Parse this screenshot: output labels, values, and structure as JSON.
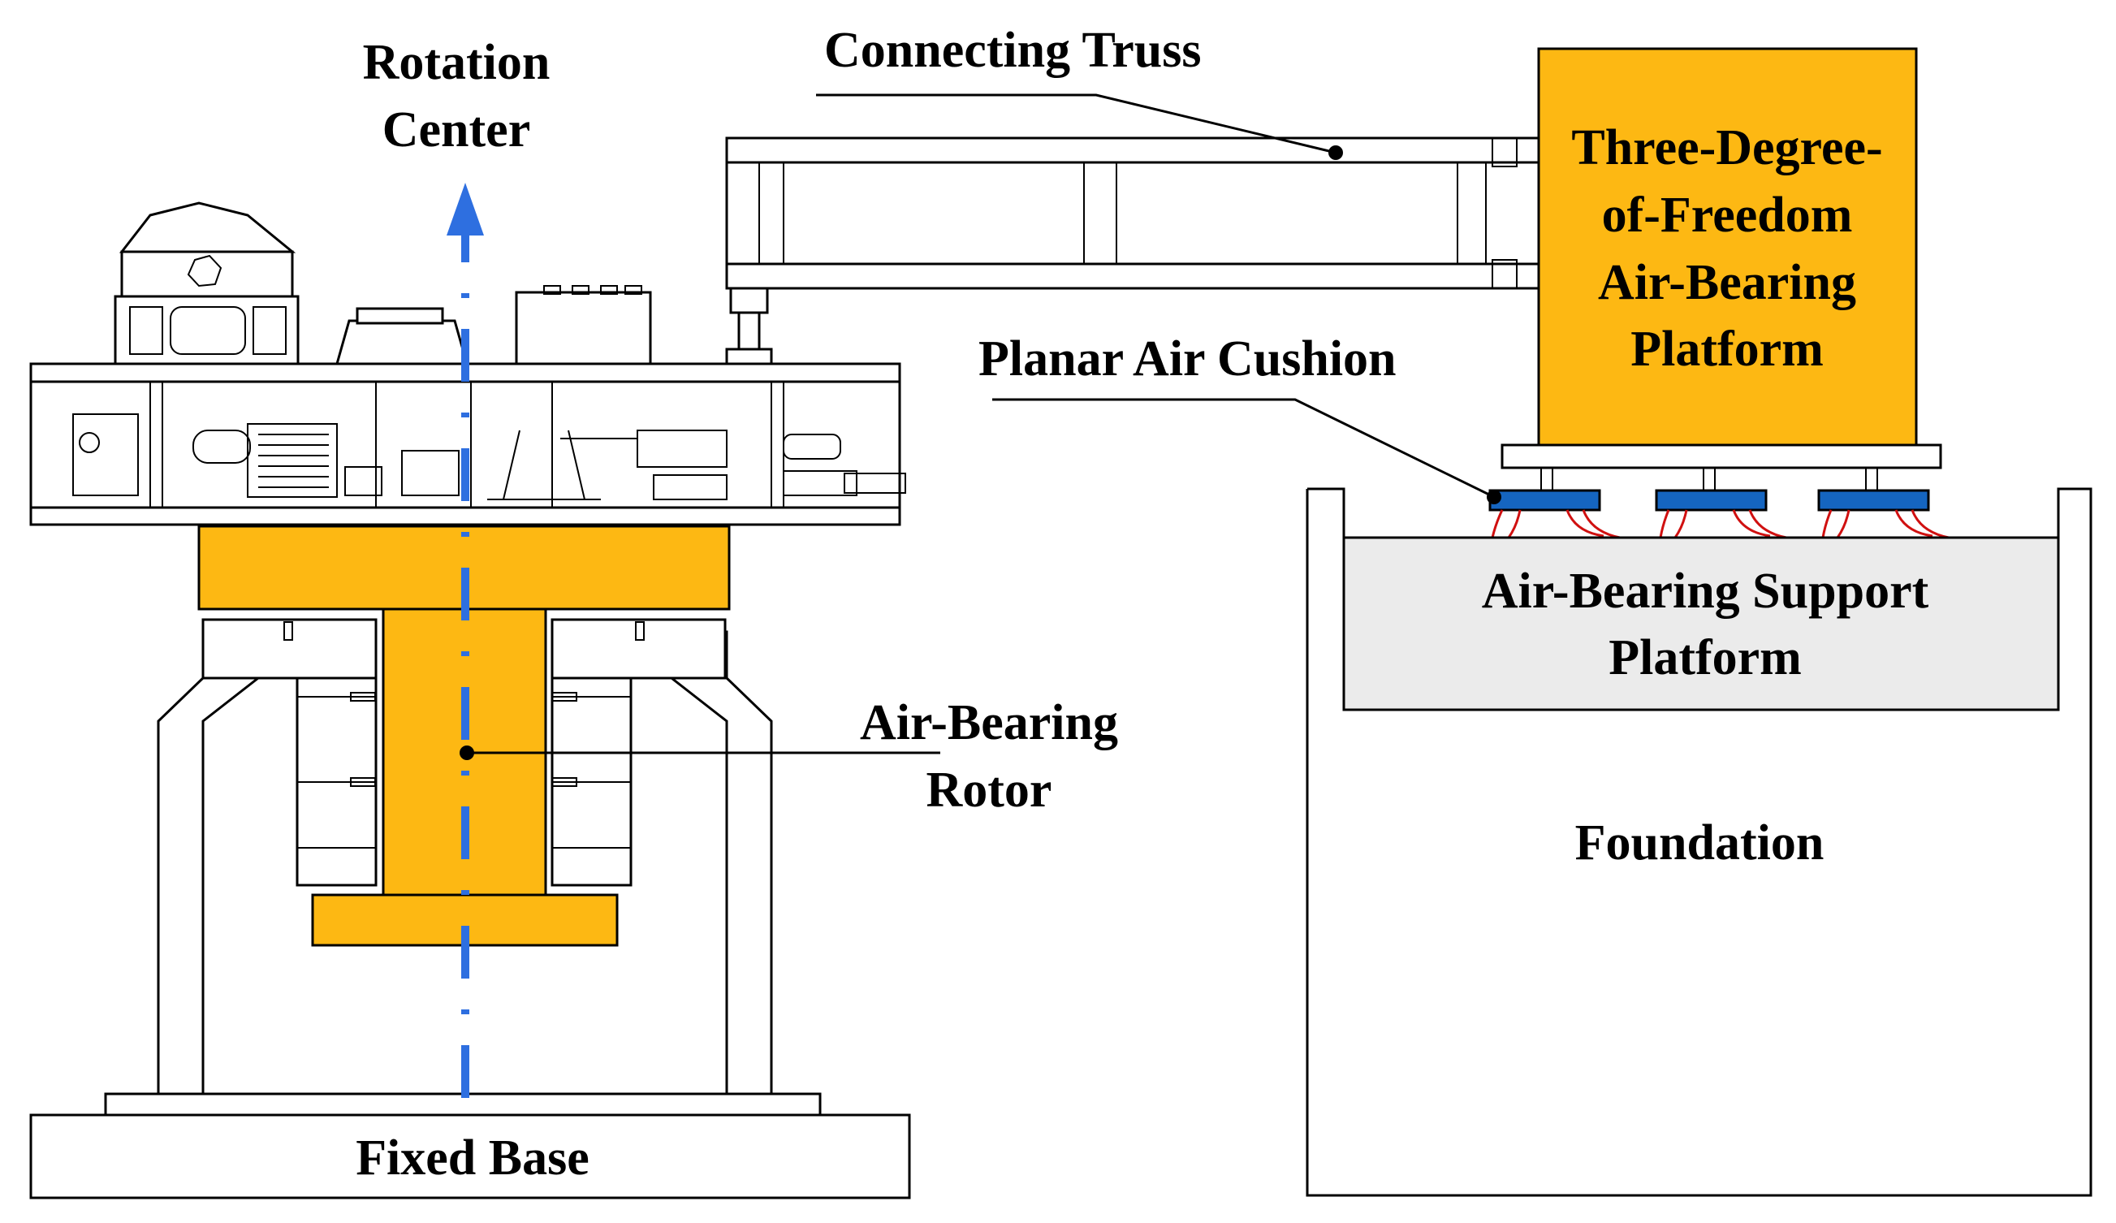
{
  "labels": {
    "rotation_center": [
      "Rotation",
      "Center"
    ],
    "connecting_truss": "Connecting Truss",
    "three_dof_platform": [
      "Three-Degree-",
      "of-Freedom",
      "Air-Bearing",
      "Platform"
    ],
    "planar_air_cushion": "Planar Air Cushion",
    "air_bearing_support": [
      "Air-Bearing Support",
      "Platform"
    ],
    "air_bearing_rotor": [
      "Air-Bearing",
      "Rotor"
    ],
    "foundation": "Foundation",
    "fixed_base": "Fixed Base"
  },
  "colors": {
    "component_fill": "#FDB813",
    "air_cushion_fill": "#1565C0",
    "axis_line": "#2E6FE0",
    "airflow_arrow": "#D01010",
    "support_fill": "#EBEBEB"
  }
}
